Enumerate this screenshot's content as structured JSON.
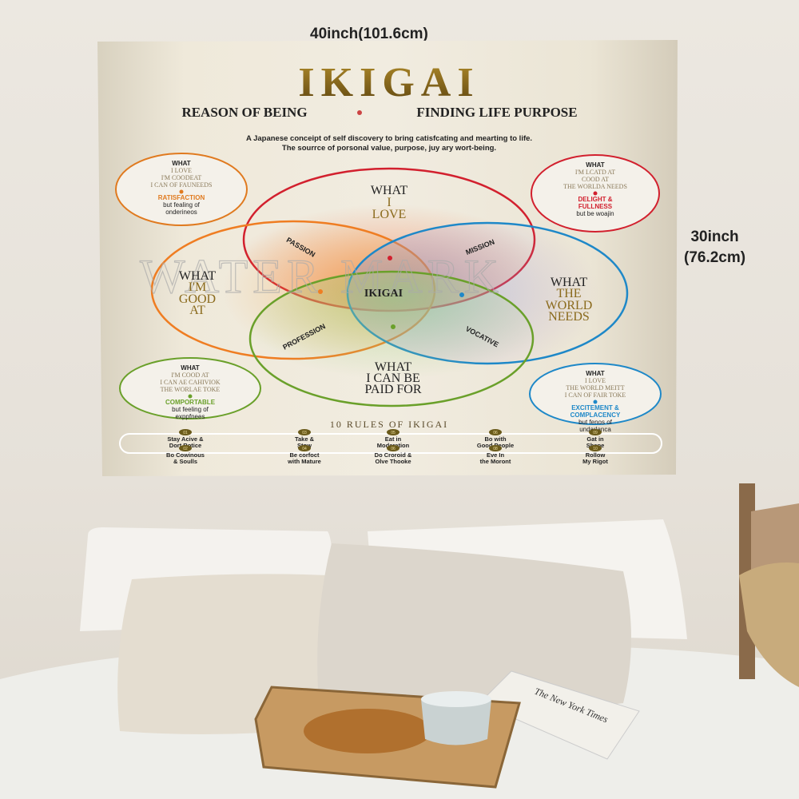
{
  "dimensions": {
    "width": "40inch(101.6cm)",
    "height_in": "30inch",
    "height_cm": "(76.2cm)"
  },
  "tapestry": {
    "title": "IKIGAI",
    "subtitle_left": "REASON OF BEING",
    "subtitle_right": "FINDING LIFE PURPOSE",
    "description_1": "A Japanese conceipt of self discovery to bring catisfcating and mearting to life.",
    "description_2": "The sourrce of porsonal value, purpose, juy ary wort-being.",
    "watermark": "WATER MARK",
    "circles": {
      "love": [
        "WHAT",
        "I",
        "LOVE"
      ],
      "good": [
        "WHAT",
        "I'M",
        "GOOD",
        "AT"
      ],
      "world": [
        "WHAT",
        "THE",
        "WORLD",
        "NEEDS"
      ],
      "paid": [
        "WHAT",
        "I CAN BE",
        "PAID FOR"
      ]
    },
    "center": "IKIGAI",
    "overlaps": {
      "passion": "PASSION",
      "mission": "MISSION",
      "profession": "PROFESSION",
      "vocation": "VOCATIVE"
    },
    "corners": [
      {
        "head": "WHAT",
        "lines": [
          "I LOVE",
          "I'M COODEAT",
          "I CAN OF FAUNEEDS"
        ],
        "state": "RATISFACTION",
        "note1": "but fealing of",
        "note2": "onderineos",
        "color": "#e07a1f"
      },
      {
        "head": "WHAT",
        "lines": [
          "I'M LCATD AT",
          "COOD AT",
          "THE WORLDA NEEDS"
        ],
        "state": "DELIGHT &",
        "state2": "FULLNESS",
        "note1": "but be woajin",
        "color": "#d2202e"
      },
      {
        "head": "WHAT",
        "lines": [
          "I'M COOD AT",
          "I CAN AE CAHIVIOK",
          "THE WORLAE TOKE"
        ],
        "state": "COMPORTABLE",
        "note1": "but feeling of",
        "note2": "exppfnees",
        "color": "#6aa02a"
      },
      {
        "head": "WHAT",
        "lines": [
          "I LOVE",
          "THE WORLD MEITT",
          "I CAN OF FAIR TOKE"
        ],
        "state": "EXCITEMENT &",
        "state2": "COMPLACENCY",
        "note1": "but fenos of",
        "note2": "undarlanca",
        "color": "#1e88c8"
      }
    ],
    "rules_title": "10 RULES OF IKIGAI",
    "rules": [
      {
        "n": "01",
        "a": "Stay Acive &",
        "b": "Dort Rotice"
      },
      {
        "n": "03",
        "a": "Take &",
        "b": "Stow"
      },
      {
        "n": "05",
        "a": "Eat in",
        "b": "Moderation"
      },
      {
        "n": "06",
        "a": "Bo with",
        "b": "Good People"
      },
      {
        "n": "09",
        "a": "Gat in",
        "b": "Shape"
      },
      {
        "n": "02",
        "a": "Bo Cowinous",
        "b": "& Soulls"
      },
      {
        "n": "04",
        "a": "Be corfoct",
        "b": "with Mature"
      },
      {
        "n": "06",
        "a": "Do Croroid &",
        "b": "Olve Thooke"
      },
      {
        "n": "08",
        "a": "Eve In",
        "b": "the Moront"
      },
      {
        "n": "10",
        "a": "Rollow",
        "b": "My Rigot"
      }
    ],
    "colors": {
      "love": "#d2202e",
      "good": "#ef7d22",
      "world": "#1e88c8",
      "paid": "#6aa02a",
      "gold": "#8a6a1c",
      "fabric": "#ece6d6"
    }
  },
  "newspaper": "The New York Times"
}
